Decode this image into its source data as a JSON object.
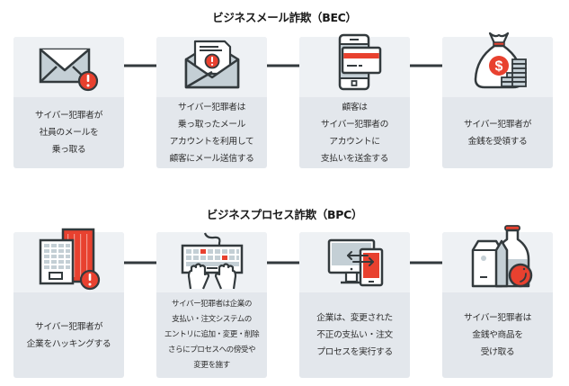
{
  "colors": {
    "accent_red": "#e8412f",
    "outline": "#333a3d",
    "icon_fill": "#c4cfd5",
    "icon_bg": "#eef1f4",
    "text_bg": "#e3e7ec",
    "arrow": "#333a3d"
  },
  "bec": {
    "title": "ビジネスメール詐欺（BEC）",
    "steps": [
      {
        "icon": "envelope-alert-icon",
        "lines": [
          "サイバー犯罪者が",
          "社員のメールを",
          "乗っ取る"
        ]
      },
      {
        "icon": "open-envelope-alert-icon",
        "lines": [
          "サイバー犯罪者は",
          "乗っ取ったメール",
          "アカウントを利用して",
          "顧客にメール送信する"
        ]
      },
      {
        "icon": "phone-credit-card-icon",
        "lines": [
          "顧客は",
          "サイバー犯罪者の",
          "アカウントに",
          "支払いを送金する"
        ]
      },
      {
        "icon": "money-bag-coins-icon",
        "lines": [
          "サイバー犯罪者が",
          "金銭を受領する"
        ]
      }
    ]
  },
  "bpc": {
    "title": "ビジネスプロセス詐欺（BPC）",
    "steps": [
      {
        "icon": "office-building-alert-icon",
        "lines": [
          "サイバー犯罪者が",
          "企業をハッキングする"
        ]
      },
      {
        "icon": "keyboard-hands-icon",
        "lines": [
          "サイバー犯罪者は企業の",
          "支払い・注文システムの",
          "エントリに追加・変更・削除",
          "さらにプロセスへの傍受や",
          "変更を施す"
        ]
      },
      {
        "icon": "monitor-tablet-transfer-icon",
        "lines": [
          "企業は、変更された",
          "不正の支払い・注文",
          "プロセスを実行する"
        ]
      },
      {
        "icon": "groceries-products-icon",
        "lines": [
          "サイバー犯罪者は",
          "金銭や商品を",
          "受け取る"
        ]
      }
    ]
  }
}
